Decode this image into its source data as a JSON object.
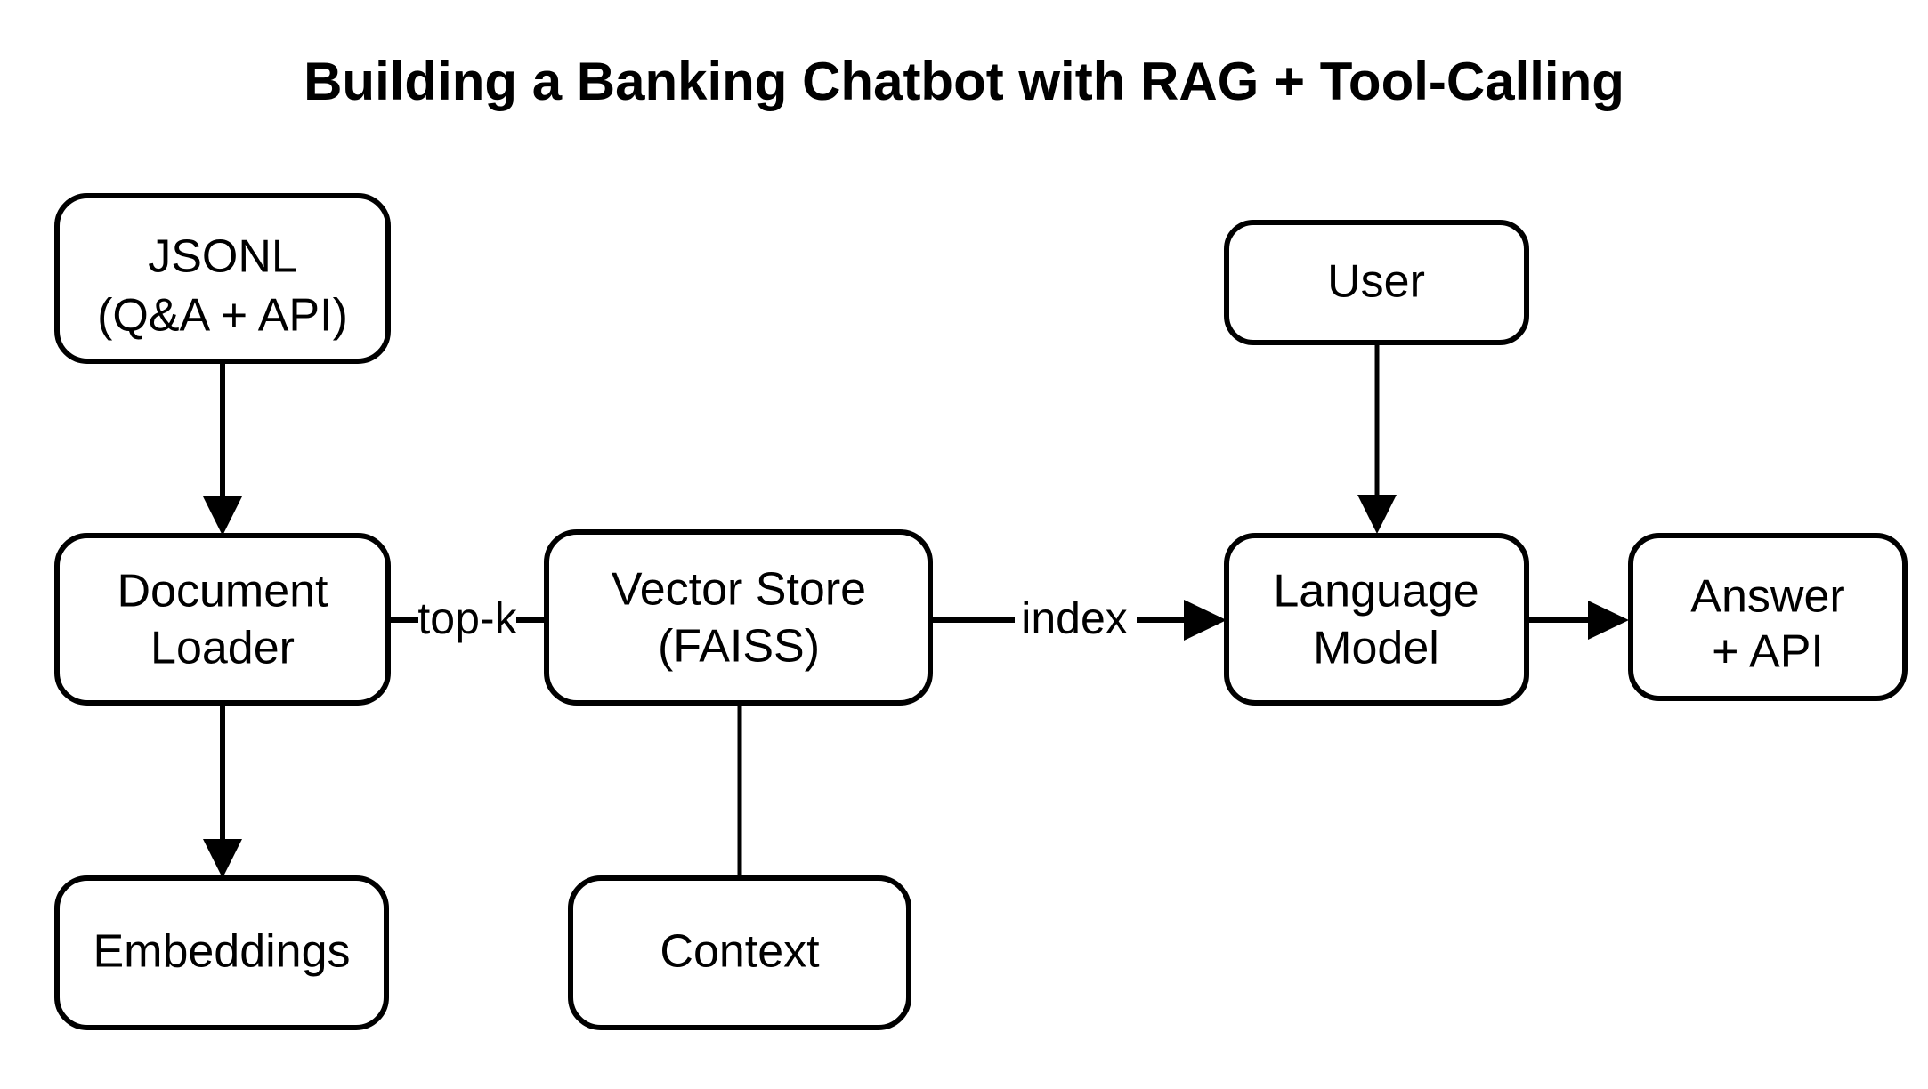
{
  "title": "Building a Banking Chatbot with RAG + Tool-Calling",
  "background_color": "#ffffff",
  "stroke_color": "#000000",
  "chart_data": {
    "type": "diagram",
    "title": "Building a Banking Chatbot with RAG + Tool-Calling",
    "nodes": [
      {
        "id": "jsonl",
        "line1": "JSONL",
        "line2": "(Q&A + API)"
      },
      {
        "id": "document_loader",
        "line1": "Document",
        "line2": "Loader"
      },
      {
        "id": "embeddings",
        "line1": "Embeddings",
        "line2": ""
      },
      {
        "id": "vector_store",
        "line1": "Vector Store",
        "line2": "(FAISS)"
      },
      {
        "id": "context",
        "line1": "Context",
        "line2": ""
      },
      {
        "id": "user",
        "line1": "User",
        "line2": ""
      },
      {
        "id": "language_model",
        "line1": "Language",
        "line2": "Model"
      },
      {
        "id": "answer_api",
        "line1": "Answer",
        "line2": "+ API"
      }
    ],
    "edges": [
      {
        "from": "jsonl",
        "to": "document_loader",
        "label": "",
        "arrow": true
      },
      {
        "from": "document_loader",
        "to": "embeddings",
        "label": "",
        "arrow": true
      },
      {
        "from": "document_loader",
        "to": "vector_store",
        "label": "top-k",
        "arrow": false
      },
      {
        "from": "vector_store",
        "to": "context",
        "label": "",
        "arrow": false
      },
      {
        "from": "vector_store",
        "to": "language_model",
        "label": "index",
        "arrow": true
      },
      {
        "from": "user",
        "to": "language_model",
        "label": "",
        "arrow": true
      },
      {
        "from": "language_model",
        "to": "answer_api",
        "label": "",
        "arrow": true
      }
    ]
  }
}
